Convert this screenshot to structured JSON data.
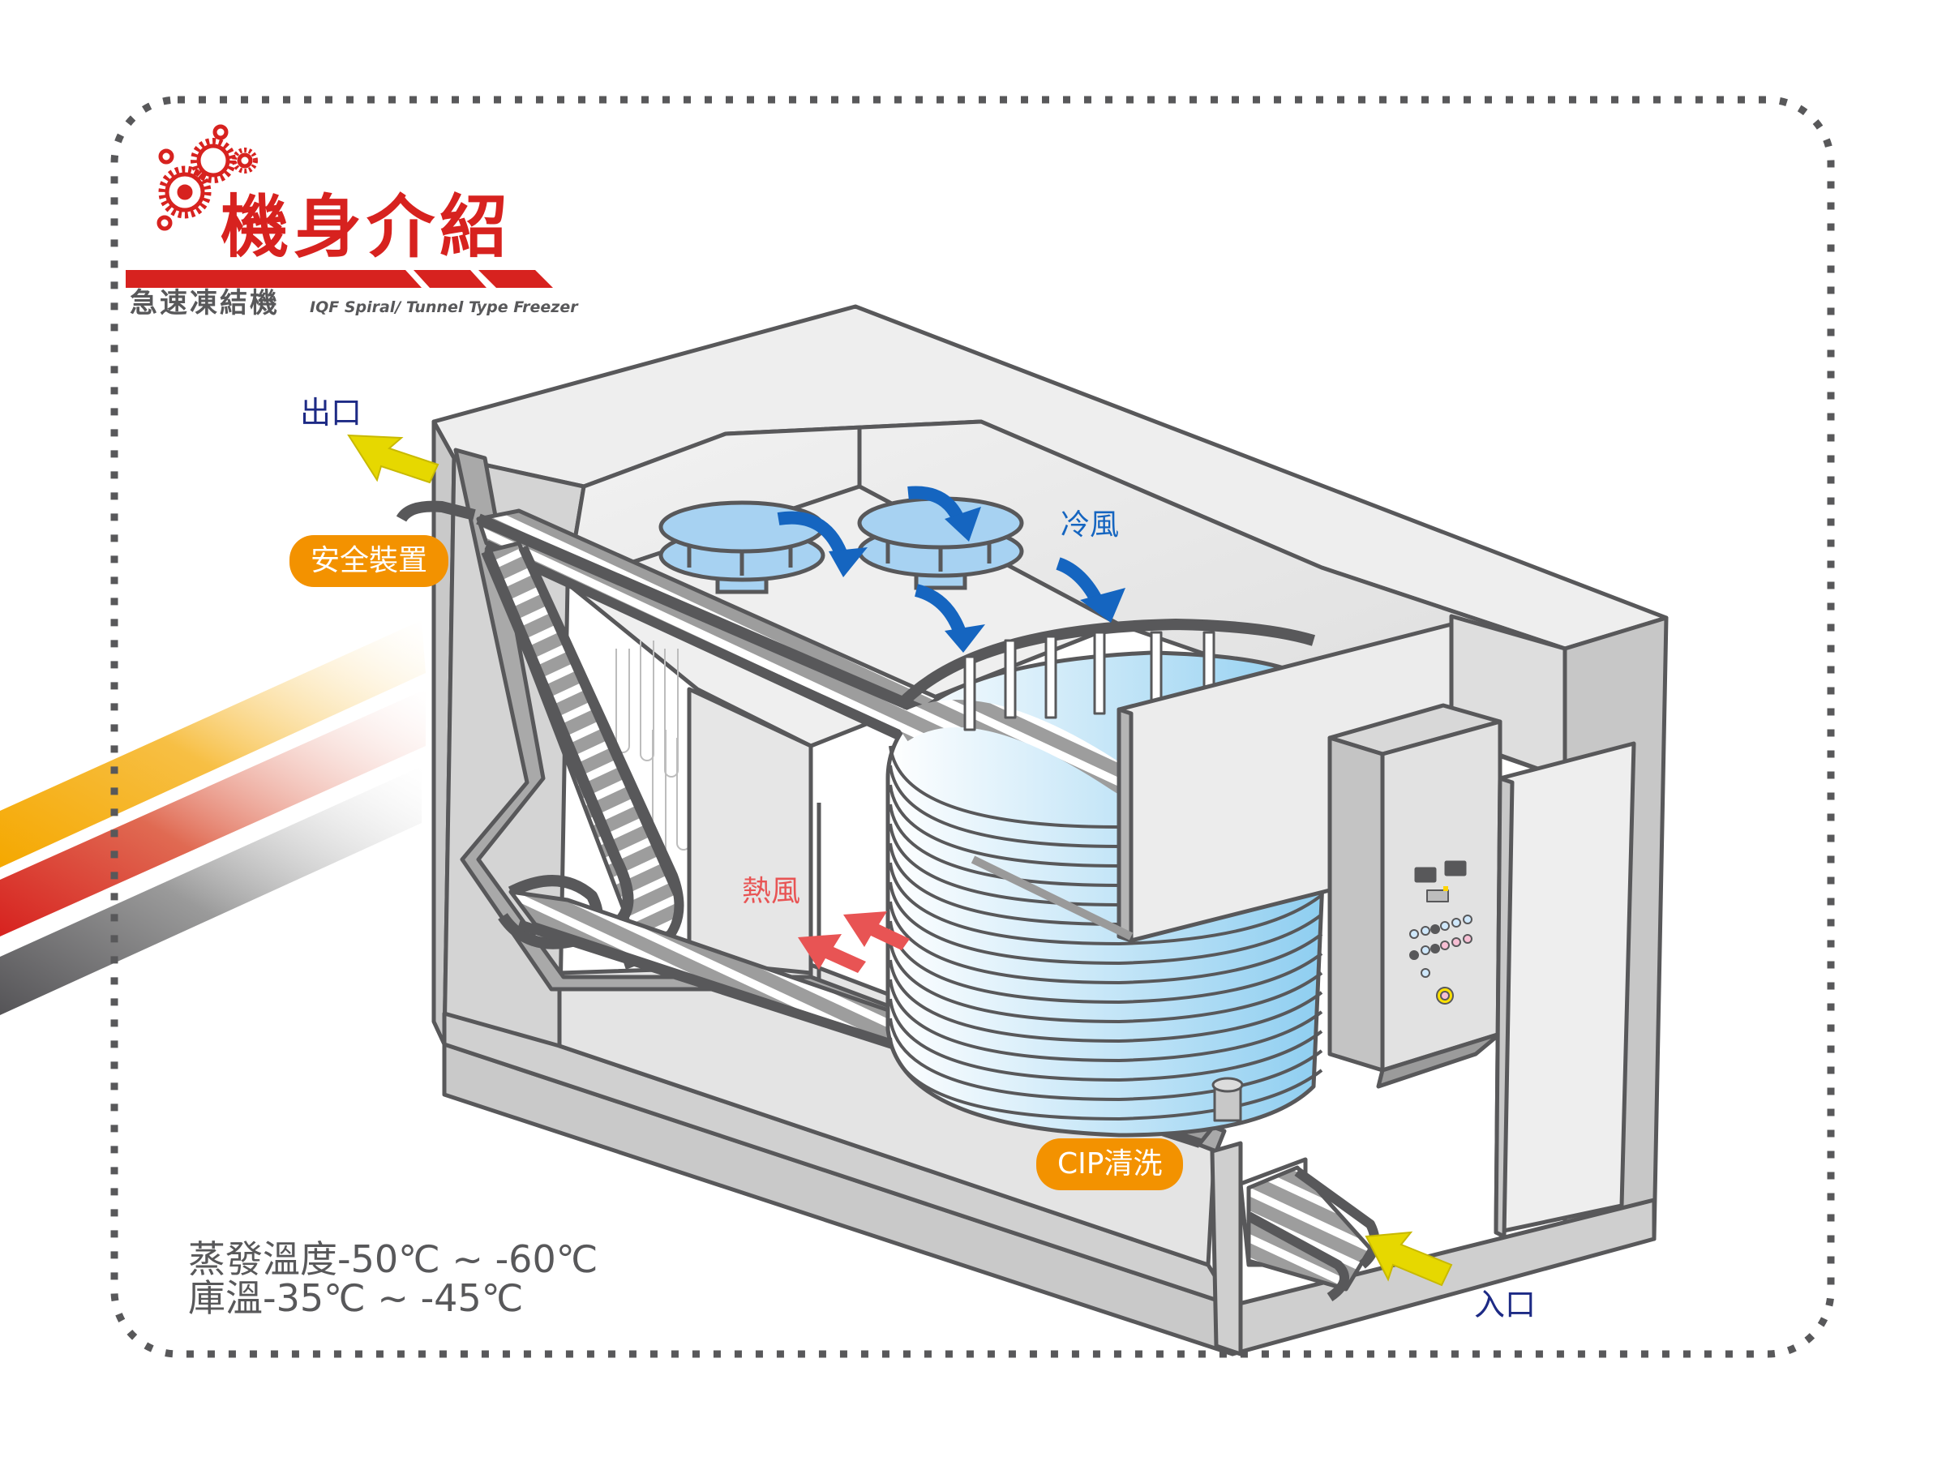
{
  "header": {
    "title": "機身介紹",
    "subtitle_zh": "急速凍結機",
    "subtitle_en": "IQF Spiral/ Tunnel Type Freezer"
  },
  "diagram": {
    "labels": {
      "exit": "出口",
      "entry": "入口",
      "cold_air": "冷風",
      "hot_air": "熱風"
    },
    "badges": {
      "safety_device": "安全裝置",
      "cip_cleaning": "CIP清洗"
    },
    "components": [
      "spiral-drum",
      "evaporator-fans",
      "conveyor-belt",
      "control-panel",
      "evaporator-coil",
      "insulated-enclosure"
    ],
    "icons": {
      "logo": "gears-icon",
      "exit_arrow": "arrow-up-left-icon",
      "entry_arrow": "arrow-up-left-icon",
      "cold_air_arrows": "curved-arrow-icon",
      "hot_air_arrows": "arrow-up-left-icon"
    }
  },
  "specs": {
    "evaporation_temp": "蒸發溫度-50℃ ~ -60℃",
    "room_temp": "庫溫-35℃ ~ -45℃"
  },
  "colors": {
    "brand_red": "#d7221f",
    "badge_orange": "#f39200",
    "label_navy": "#1d2a85",
    "cold_blue": "#1565c0",
    "hot_red": "#e85454",
    "arrow_yellow": "#e6d800",
    "outline_gray": "#58585a"
  }
}
